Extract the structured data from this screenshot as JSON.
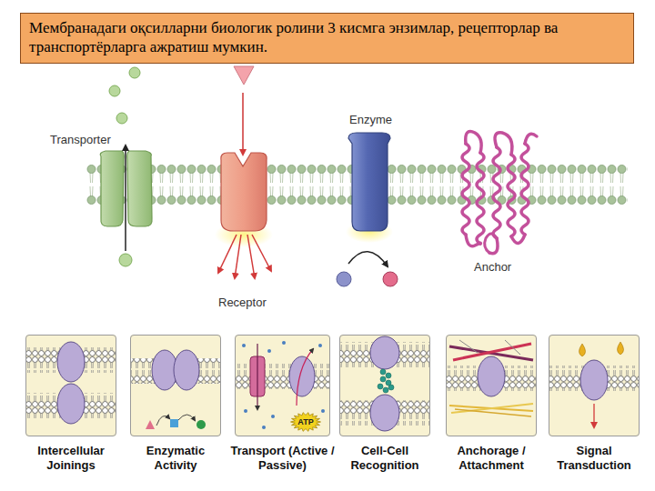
{
  "diagram": {
    "title": "Мембранадаги оқсилларни биологик ролини 3 кисмга энзимлар, рецепторлар ва транспортёрларга ажратиш мумкин.",
    "nodes": [
      {
        "text": [
          "Intercellular Joinings"
        ]
      },
      {
        "text": [
          "Enzymatic Activity"
        ]
      },
      {
        "text": [
          "Transport (Active / Passive)"
        ]
      },
      {
        "text": [
          "ATP"
        ],
        "in": 2
      },
      {
        "text": [
          "Cell-Cell Recognition"
        ]
      },
      {
        "text": [
          "Anchorage / Attachment"
        ]
      },
      {
        "text": [
          "Signal Transduction"
        ]
      }
    ],
    "labels": [
      "Transporter",
      "Enzyme",
      "Receptor",
      "Anchor"
    ]
  }
}
